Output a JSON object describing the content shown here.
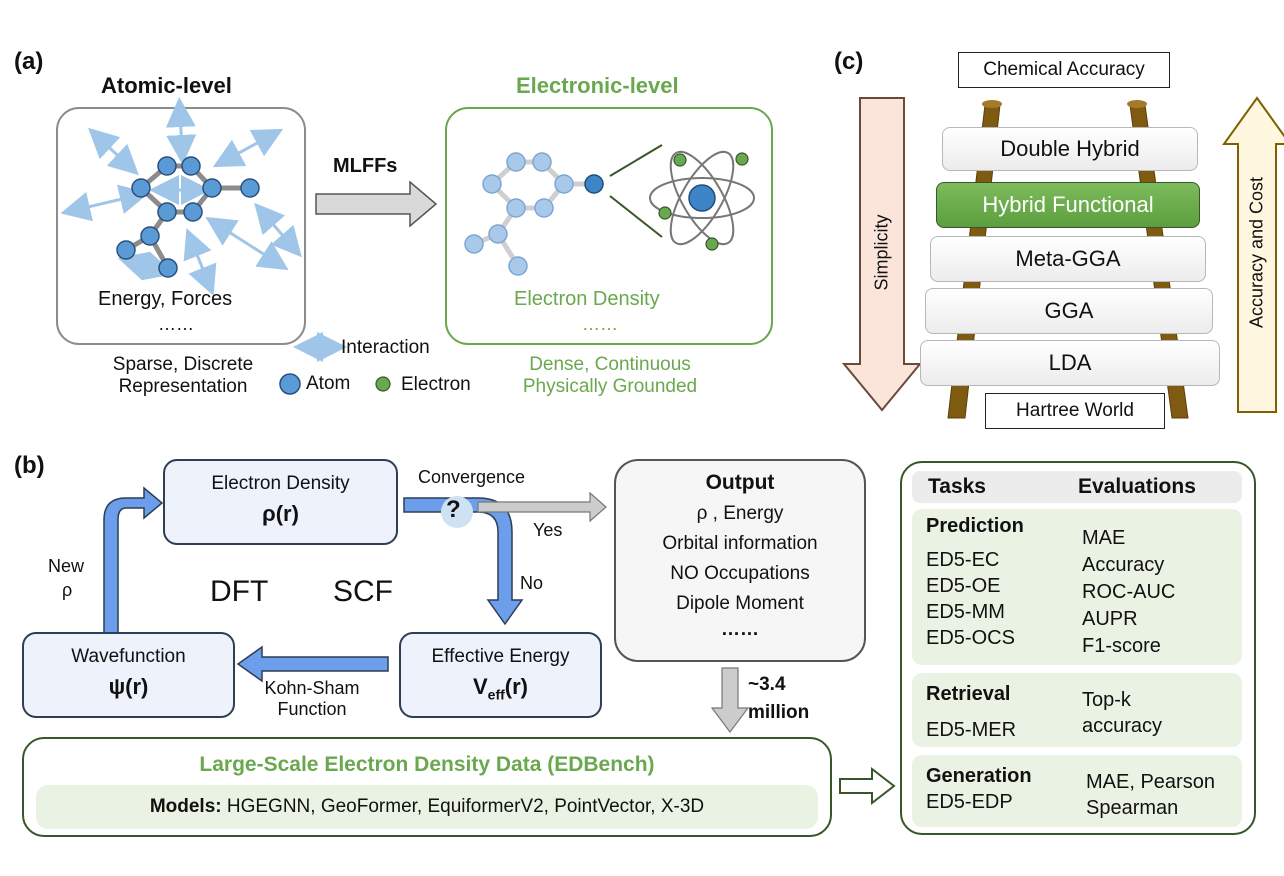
{
  "panel_a": {
    "label": "(a)",
    "atomic_title": "Atomic-level",
    "atomic_caption": "Energy, Forces",
    "atomic_dots": "……",
    "arrow_label": "MLFFs",
    "electronic_title": "Electronic-level",
    "electronic_caption": "Electron Density",
    "electronic_dots": "……",
    "left_desc_1": "Sparse, Discrete",
    "left_desc_2": "Representation",
    "legend_interaction": "Interaction",
    "legend_atom": "Atom",
    "legend_electron": "Electron",
    "right_desc_1": "Dense, Continuous",
    "right_desc_2": "Physically Grounded"
  },
  "panel_c": {
    "label": "(c)",
    "top_box": "Chemical Accuracy",
    "bottom_box": "Hartree World",
    "rungs": [
      "Double Hybrid",
      "Hybrid Functional",
      "Meta-GGA",
      "GGA",
      "LDA"
    ],
    "left_arrow": "Simplicity",
    "right_arrow": "Accuracy and Cost"
  },
  "panel_b": {
    "label": "(b)",
    "density_title": "Electron Density",
    "density_formula": "ρ(r)",
    "convergence": "Convergence",
    "question": "?",
    "yes": "Yes",
    "no": "No",
    "new_rho_1": "New",
    "new_rho_2": "ρ",
    "dft": "DFT",
    "scf": "SCF",
    "wave_title": "Wavefunction",
    "wave_formula": "ψ(r)",
    "kohn_1": "Kohn-Sham",
    "kohn_2": "Function",
    "eff_title": "Effective Energy",
    "eff_formula_main": "V",
    "eff_formula_sub": "eff",
    "eff_formula_tail": "(r)",
    "output_title": "Output",
    "output_items": [
      "ρ , Energy",
      "Orbital information",
      "NO Occupations",
      "Dipole Moment",
      "……"
    ],
    "scale_1": "~3.4",
    "scale_2": "million",
    "bench_title": "Large-Scale Electron Density Data (EDBench)",
    "models_label": "Models:",
    "models_list": "HGEGNN, GeoFormer, EquiformerV2, PointVector, X-3D"
  },
  "tasks": {
    "header_tasks": "Tasks",
    "header_evals": "Evaluations",
    "prediction": {
      "title": "Prediction",
      "items": [
        "ED5-EC",
        "ED5-OE",
        "ED5-MM",
        "ED5-OCS"
      ],
      "evals": [
        "MAE",
        "Accuracy",
        "ROC-AUC",
        "AUPR",
        "F1-score"
      ]
    },
    "retrieval": {
      "title": "Retrieval",
      "items": [
        "ED5-MER"
      ],
      "evals": [
        "Top-k",
        "accuracy"
      ]
    },
    "generation": {
      "title": "Generation",
      "items": [
        "ED5-EDP"
      ],
      "evals": [
        "MAE, Pearson",
        "Spearman"
      ]
    }
  },
  "colors": {
    "green": "#6aa84f",
    "blue_atom": "#5b9bd5",
    "light_blue": "#9fc5e8",
    "dark_green_border": "#38562a",
    "box_border_blue": "#2d3e55",
    "ladder_wood": "#7f5a11"
  }
}
